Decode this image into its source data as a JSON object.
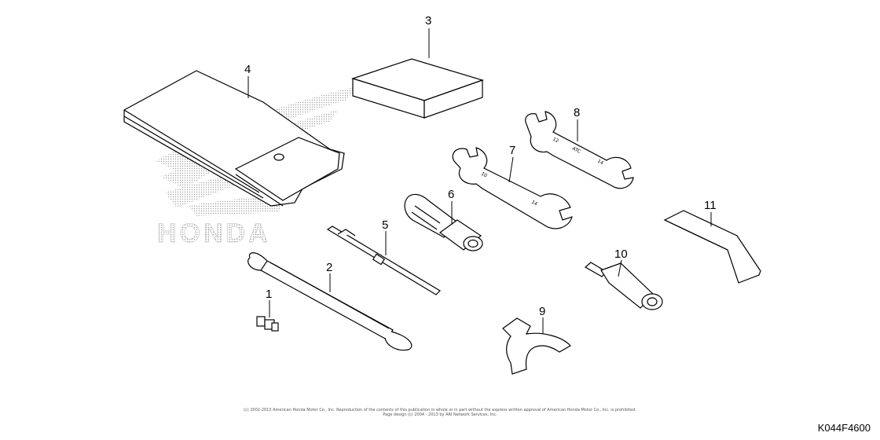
{
  "diagram": {
    "callouts": [
      "1",
      "2",
      "3",
      "4",
      "5",
      "6",
      "7",
      "8",
      "9",
      "10",
      "11"
    ],
    "watermark_text": "HONDA",
    "wrench_markings": {
      "wrench_7": [
        "10",
        "14"
      ],
      "wrench_8": [
        "12",
        "ATC",
        "14"
      ]
    }
  },
  "footer": {
    "copyright_line1": "(c) 2002-2013 American Honda Motor Co., Inc. Reproduction of the contents of this publication in whole or in part without the express written approval of American Honda Motor Co., Inc. is prohibited.",
    "copyright_line2": "Page design (c) 2004 - 2013 by ARI Network Services, Inc.",
    "part_code": "K044F4600"
  }
}
